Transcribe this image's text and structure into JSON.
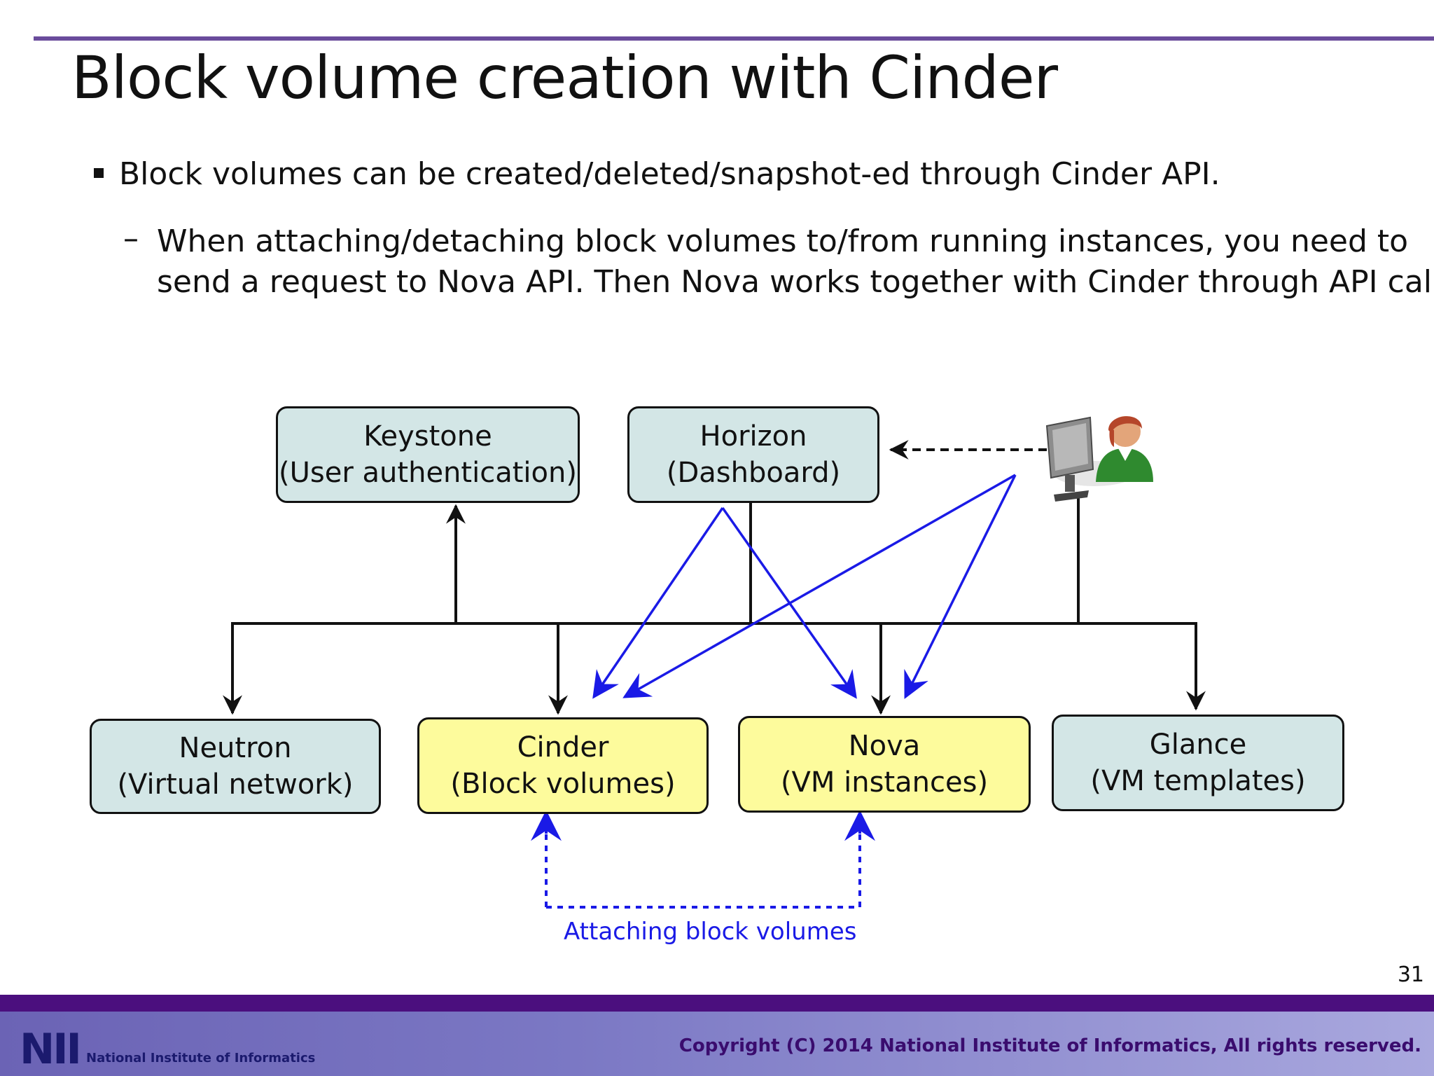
{
  "slide": {
    "title": "Block volume creation with Cinder",
    "bullet": "Block volumes can be created/deleted/snapshot-ed through Cinder API.",
    "sub_bullet_dash": "–",
    "sub_bullet": "When attaching/detaching block volumes to/from running instances, you need to send a request to Nova API. Then Nova works together with Cinder through API calls.",
    "page_number": "31"
  },
  "diagram": {
    "nodes": {
      "keystone": {
        "name": "Keystone",
        "desc": "(User authentication)"
      },
      "horizon": {
        "name": "Horizon",
        "desc": "(Dashboard)"
      },
      "neutron": {
        "name": "Neutron",
        "desc": "(Virtual network)"
      },
      "cinder": {
        "name": "Cinder",
        "desc": "(Block volumes)"
      },
      "nova": {
        "name": "Nova",
        "desc": "(VM instances)"
      },
      "glance": {
        "name": "Glance",
        "desc": "(VM templates)"
      }
    },
    "caption": "Attaching block volumes",
    "colors": {
      "teal_box": "#d3e6e6",
      "yellow_box": "#fdfb9c",
      "blue_arrow": "#1a1ae6",
      "black_line": "#111111"
    },
    "user_icon": "user-at-computer-icon"
  },
  "footer": {
    "logo_mark": "NII",
    "logo_text": "National Institute of Informatics",
    "copyright": "Copyright (C) 2014 National Institute of Informatics, All rights reserved."
  }
}
